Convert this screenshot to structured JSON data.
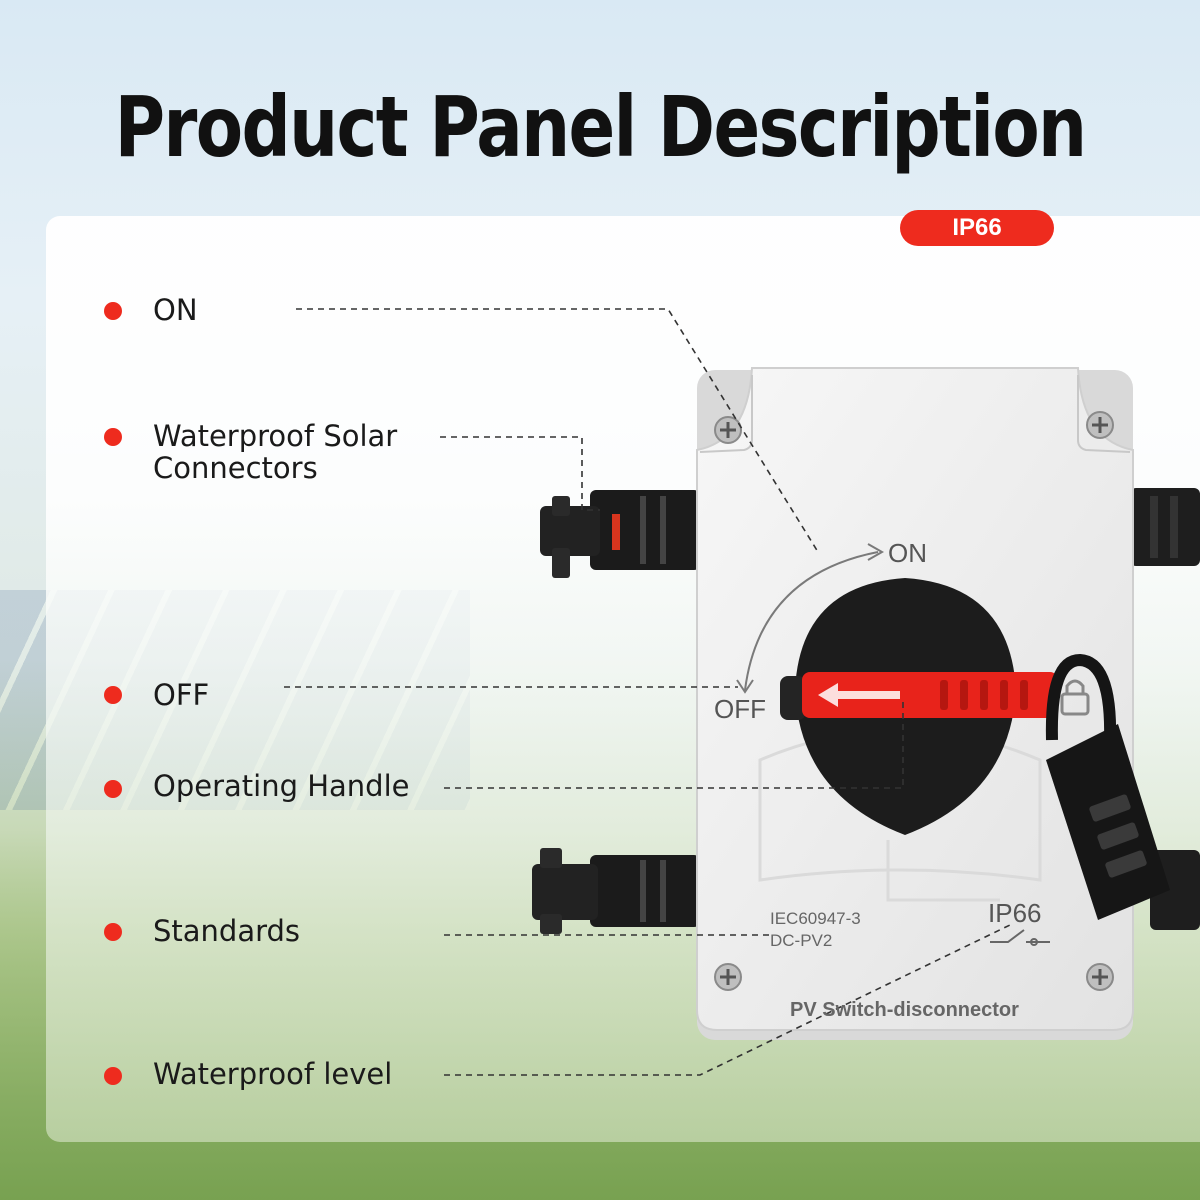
{
  "title": "Product Panel Description",
  "badge": "IP66",
  "features": [
    {
      "label": "ON"
    },
    {
      "label": "Waterproof Solar",
      "label2": "Connectors"
    },
    {
      "label": "OFF"
    },
    {
      "label": "Operating Handle"
    },
    {
      "label": "Standards"
    },
    {
      "label": "Waterproof level"
    }
  ],
  "device": {
    "on_label": "ON",
    "off_label": "OFF",
    "standard_line1": "IEC60947-3",
    "standard_line2": "DC-PV2",
    "ip_rating": "IP66",
    "name": "PV Switch-disconnector"
  },
  "colors": {
    "accent": "#ee2b1e",
    "handle": "#e8231b",
    "knob": "#1c1c1c",
    "enclosure": "#eeeeee"
  }
}
